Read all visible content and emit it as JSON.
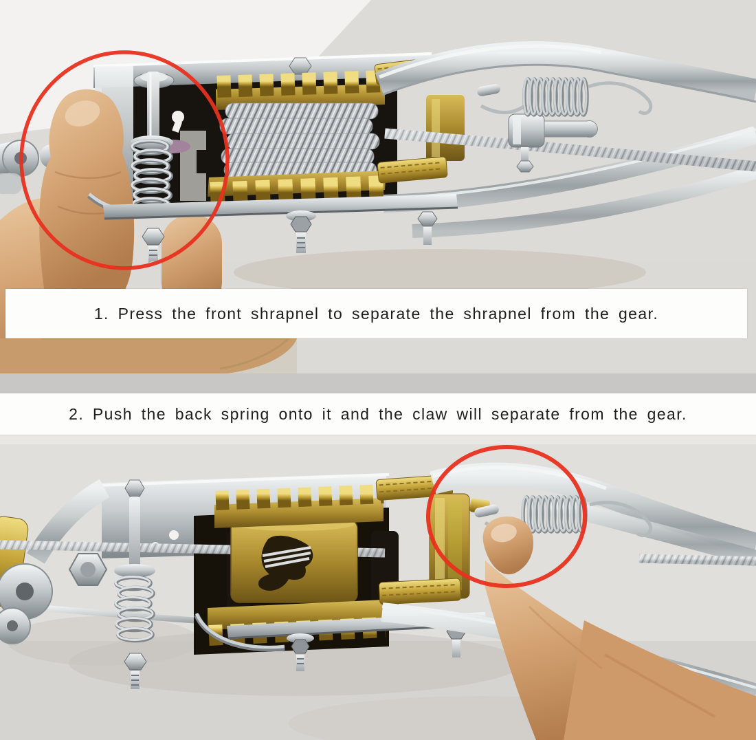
{
  "instructions": {
    "step1": "1. Press the front shrapnel to separate the shrapnel from the gear.",
    "step2": "2. Push the back spring onto it and the claw will separate from the gear."
  },
  "annotations": {
    "circle_color": "#e8301f",
    "top_photo_highlight": "red circle around front shrapnel spring",
    "bottom_photo_highlight": "red circle around back spring and claw"
  },
  "photos": {
    "top": "hand pressing the front shrapnel spring pin of a cable puller winch",
    "bottom": "finger pushing the back spring so the claw separates from the gear"
  },
  "palette": {
    "photo_background": "#e0dedb",
    "divider_grey": "#c9c7c5",
    "band_white": "#fdfdfc",
    "text": "#1d1d1b",
    "gold": "#c6a63b",
    "silver": "#c6cbcd",
    "skin": "#d3a171",
    "annotation_red": "#e8301f"
  }
}
